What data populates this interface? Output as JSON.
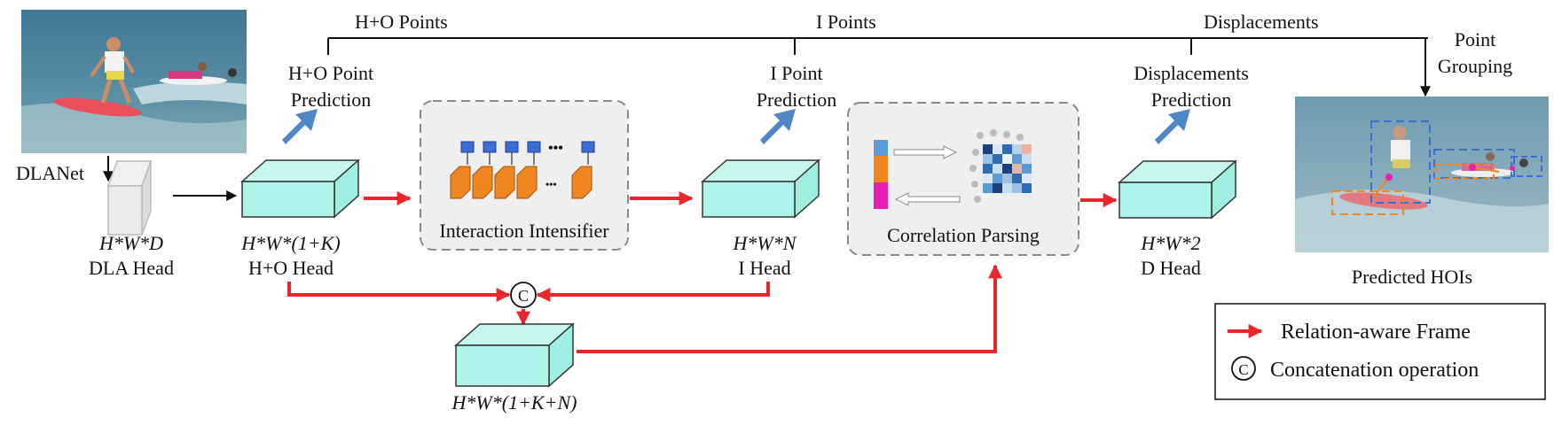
{
  "top_labels": {
    "ho_points": "H+O Points",
    "i_points": "I Points",
    "displacements": "Displacements"
  },
  "point_grouping": [
    "Point",
    "Grouping"
  ],
  "predictions": {
    "ho": [
      "H+O Point",
      "Prediction"
    ],
    "i": [
      "I Point",
      "Prediction"
    ],
    "d": [
      "Displacements",
      "Prediction"
    ]
  },
  "backbone_label": "DLANet",
  "heads": {
    "dla": {
      "dim": "H*W*D",
      "name": "DLA Head"
    },
    "ho": {
      "dim": "H*W*(1+K)",
      "name": "H+O Head"
    },
    "i": {
      "dim": "H*W*N",
      "name": "I Head"
    },
    "d": {
      "dim": "H*W*2",
      "name": "D Head"
    },
    "concat": {
      "dim": "H*W*(1+K+N)"
    }
  },
  "modules": {
    "intensifier": "Interaction Intensifier",
    "correlation": "Correlation Parsing"
  },
  "ellipsis": "•••",
  "concat_symbol": "C",
  "output_label": "Predicted HOIs",
  "legend": {
    "frame": "Relation-aware Frame",
    "concat": "Concatenation operation"
  },
  "colors": {
    "red_arrow": "#e8262b",
    "cube_face": "#aef3e9",
    "blue_arrow": "#4f86c6",
    "orange": "#f0861f",
    "node_blue": "#3b6fd6"
  }
}
